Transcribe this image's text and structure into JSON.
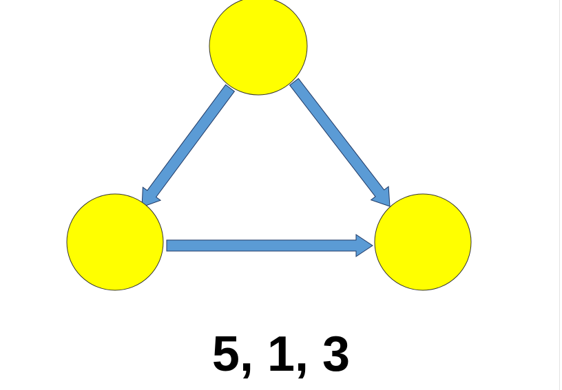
{
  "diagram": {
    "caption": "5, 1, 3",
    "nodes": [
      {
        "id": "top",
        "label": ""
      },
      {
        "id": "left",
        "label": ""
      },
      {
        "id": "right",
        "label": ""
      }
    ],
    "edges": [
      {
        "from": "top",
        "to": "left"
      },
      {
        "from": "top",
        "to": "right"
      },
      {
        "from": "left",
        "to": "right"
      }
    ]
  },
  "colors": {
    "node_fill": "#ffff00",
    "node_stroke": "#333333",
    "arrow_fill": "#5b9bd5",
    "arrow_stroke": "#1f3864",
    "text": "#000000"
  }
}
